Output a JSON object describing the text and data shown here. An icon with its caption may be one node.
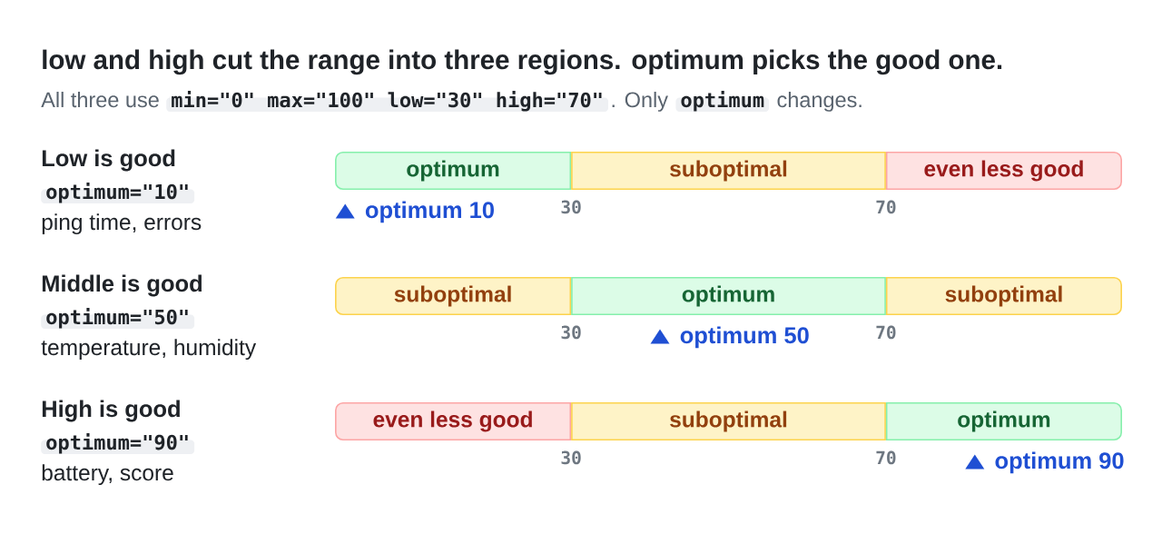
{
  "diagram": {
    "title": "low and high cut the range into three regions. optimum picks the good one.",
    "nodes": [
      {
        "text": [
          "optimum"
        ]
      },
      {
        "text": [
          "suboptimal"
        ]
      },
      {
        "text": [
          "even less good"
        ]
      },
      {
        "text": [
          "suboptimal"
        ]
      },
      {
        "text": [
          "optimum"
        ]
      },
      {
        "text": [
          "suboptimal"
        ]
      },
      {
        "text": [
          "even less good"
        ]
      },
      {
        "text": [
          "suboptimal"
        ]
      },
      {
        "text": [
          "optimum"
        ]
      }
    ],
    "labels": [
      "All three use",
      "min=\"0\" max=\"100\" low=\"30\" high=\"70\"",
      ". Only",
      "optimum",
      "changes.",
      "Low is good",
      "optimum=\"10\"",
      "ping time, errors",
      "30",
      "70",
      "optimum 10",
      "Middle is good",
      "optimum=\"50\"",
      "temperature, humidity",
      "30",
      "70",
      "optimum 50",
      "High is good",
      "optimum=\"90\"",
      "battery, score",
      "30",
      "70",
      "optimum 90"
    ]
  }
}
